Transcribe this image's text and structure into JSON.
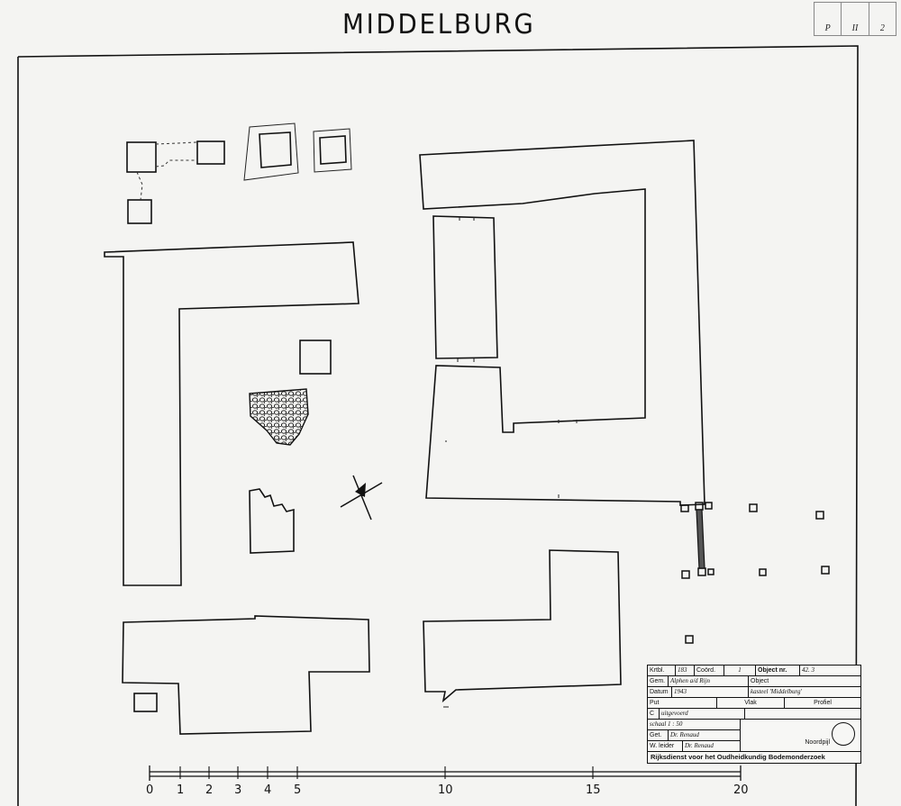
{
  "title": "MIDDELBURG",
  "stamp": {
    "cells": [
      "P",
      "II",
      "2"
    ]
  },
  "scale_bar": {
    "ticks": [
      0,
      1,
      2,
      3,
      4,
      5,
      10,
      15,
      20
    ]
  },
  "title_block": {
    "kbl_label": "Krtbl.",
    "kbl_value": "183",
    "coord_label": "Coörd.",
    "coord_value": "1",
    "object_nr_label": "Object nr.",
    "object_nr_value": "42. 3",
    "gem_label": "Gem.",
    "gem_value": "Alphen a/d Rijn",
    "object_label": "Object",
    "datum_label": "Datum",
    "datum_value": "1943",
    "object_value": "kasteel 'Middelburg'",
    "put_label": "Put",
    "vlak_label": "Vlak",
    "profiel_label": "Profiel",
    "c_label": "C",
    "c_value": "uitgevoerd",
    "schaal_value": "schaal 1 : 50",
    "get_label": "Get.",
    "get_value": "Dr. Renaud",
    "wleider_label": "W. leider",
    "wleider_value": "Dr. Renaud",
    "noordpijl_label": "Noordpijl",
    "institution": "Rijksdienst voor het Oudheidkundig Bodemonderzoek"
  },
  "colors": {
    "ink": "#111111",
    "paper": "#f4f4f2"
  }
}
